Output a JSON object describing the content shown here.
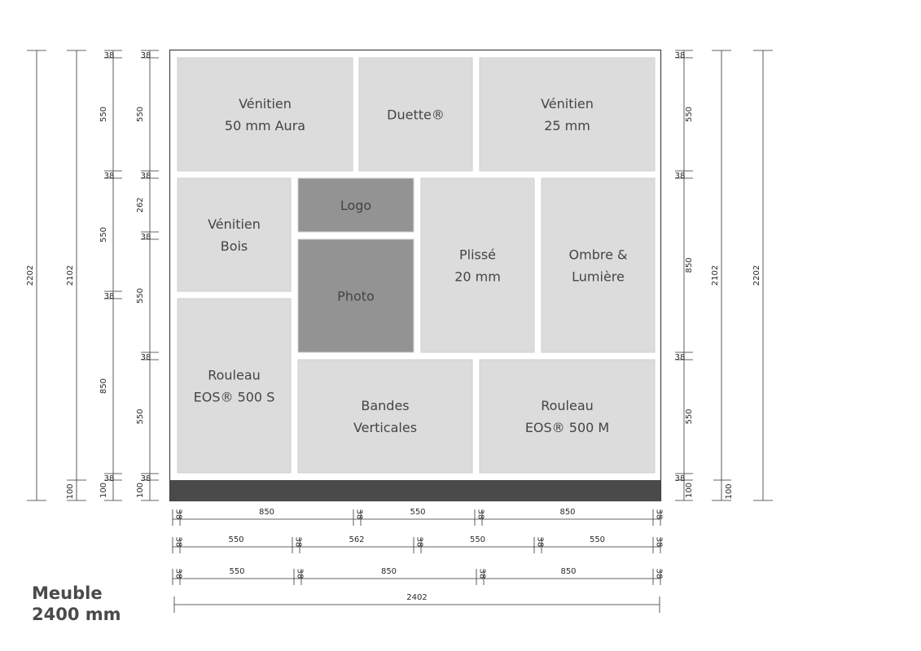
{
  "colors": {
    "panel_light": "#dcdcdc",
    "panel_dark": "#939393",
    "plinth": "#4a4a4a",
    "frame": "#444444",
    "line": "#333333",
    "panel_text": "#444444"
  },
  "panels": [
    {
      "id": "venitien-50",
      "lines": [
        "Vénitien",
        "50 mm Aura"
      ],
      "tone": "light"
    },
    {
      "id": "duette",
      "lines": [
        "Duette®"
      ],
      "tone": "light"
    },
    {
      "id": "venitien-25",
      "lines": [
        "Vénitien",
        "25 mm"
      ],
      "tone": "light"
    },
    {
      "id": "venitien-bois",
      "lines": [
        "Vénitien",
        "Bois"
      ],
      "tone": "light"
    },
    {
      "id": "logo",
      "lines": [
        "Logo"
      ],
      "tone": "dark"
    },
    {
      "id": "photo",
      "lines": [
        "Photo"
      ],
      "tone": "dark"
    },
    {
      "id": "plisse",
      "lines": [
        "Plissé",
        "20 mm"
      ],
      "tone": "light"
    },
    {
      "id": "ombre-lumiere",
      "lines": [
        "Ombre &",
        "Lumière"
      ],
      "tone": "light"
    },
    {
      "id": "rouleau-500s",
      "lines": [
        "Rouleau",
        "EOS® 500 S"
      ],
      "tone": "light"
    },
    {
      "id": "bandes-verticales",
      "lines": [
        "Bandes",
        "Verticales"
      ],
      "tone": "light"
    },
    {
      "id": "rouleau-500m",
      "lines": [
        "Rouleau",
        "EOS® 500 M"
      ],
      "tone": "light"
    }
  ],
  "overall_dims": {
    "left_outer": "2202",
    "left_inner": "2102",
    "right_inner": "2102",
    "right_outer": "2202"
  },
  "left_col_a": [
    "38",
    "550",
    "38",
    "550",
    "38",
    "850",
    "38",
    "100"
  ],
  "left_col_b": [
    "38",
    "550",
    "38",
    "262",
    "38",
    "550",
    "38",
    "550",
    "38",
    "100"
  ],
  "right_col": [
    "38",
    "550",
    "38",
    "850",
    "38",
    "550",
    "38",
    "100"
  ],
  "right_plinth": "100",
  "bottom_rows": [
    [
      "38",
      "850",
      "38",
      "550",
      "38",
      "850",
      "38"
    ],
    [
      "38",
      "550",
      "38",
      "562",
      "38",
      "550",
      "38",
      "550",
      "38"
    ],
    [
      "38",
      "550",
      "38",
      "850",
      "38",
      "850",
      "38"
    ]
  ],
  "total_width": "2402",
  "caption": {
    "line1": "Meuble",
    "line2": "2400 mm"
  }
}
